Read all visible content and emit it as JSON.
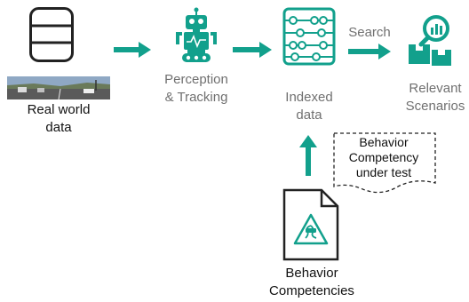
{
  "colors": {
    "accent": "#12a08c",
    "text_gray": "#707070",
    "text_dark": "#111111"
  },
  "nodes": {
    "real_world": {
      "label_line1": "Real world",
      "label_line2": "data",
      "icon": "database-icon"
    },
    "perception": {
      "label_line1": "Perception",
      "label_line2": "& Tracking",
      "icon": "robot-icon"
    },
    "indexed": {
      "label_line1": "Indexed",
      "label_line2": "data",
      "icon": "abacus-icon"
    },
    "relevant": {
      "label_line1": "Relevant",
      "label_line2": "Scenarios",
      "icon": "search-boxes-icon"
    },
    "competencies": {
      "label_line1": "Behavior",
      "label_line2": "Competencies",
      "icon": "document-warning-icon"
    }
  },
  "edges": {
    "search_label": "Search"
  },
  "note": {
    "line1": "Behavior",
    "line2": "Competency",
    "line3": "under test"
  }
}
